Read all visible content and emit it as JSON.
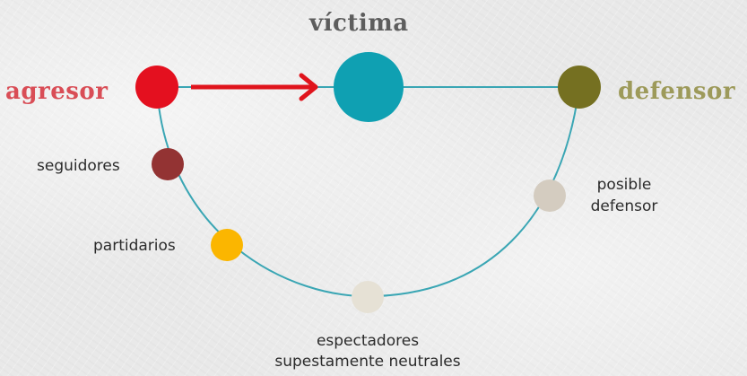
{
  "colors": {
    "connector": "#3aa6b4",
    "arrow": "#e0141c",
    "agresor": "#e4101f",
    "victima": "#0fa0b2",
    "defensor": "#757021",
    "seguidores": "#933333",
    "partidarios": "#fbb600",
    "posible_defensor": "#d4ccc0",
    "espectadores": "#e6e1d5",
    "label_agresor": "#d94d56",
    "label_victima": "#5d5d5d",
    "label_defensor": "#9d9a5a"
  },
  "nodes": {
    "agresor": "agresor",
    "victima": "víctima",
    "defensor": "defensor",
    "seguidores": "seguidores",
    "partidarios": "partidarios",
    "posible_defensor_line1": "posible",
    "posible_defensor_line2": "defensor",
    "espectadores_line1": "espectadores",
    "espectadores_line2": "supestamente neutrales"
  }
}
